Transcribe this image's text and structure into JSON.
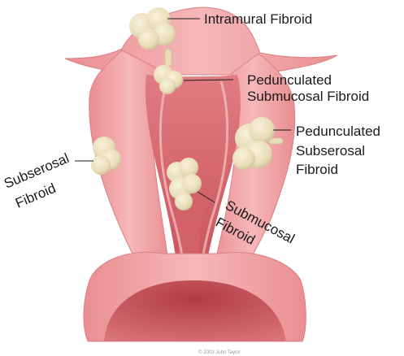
{
  "labels": {
    "intramural": "Intramural Fibroid",
    "pedunculated_submucosal": [
      "Pedunculated",
      "Submucosal Fibroid"
    ],
    "pedunculated_subserosal": [
      "Pedunculated",
      "Subserosal",
      "Fibroid"
    ],
    "subserosal": [
      "Subserosal",
      "Fibroid"
    ],
    "submucosal": [
      "Submucosal",
      "Fibroid"
    ]
  },
  "copyright": "© 2003 John Taylor",
  "colors": {
    "outer_wall": "#f0a0a2",
    "inner_cavity": "#d9686f",
    "cervix": "#c6474f",
    "fibroid": "#ece3c3",
    "fibroid_shadow": "#cdbf93"
  }
}
